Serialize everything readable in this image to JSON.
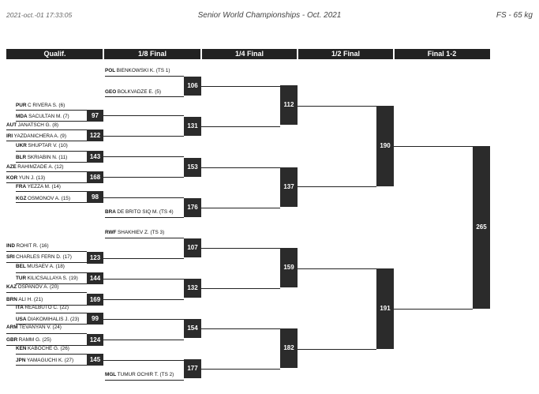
{
  "header": {
    "left": "2021-oct.-01 17:33:05",
    "center": "Senior World Championships - Oct. 2021",
    "right": "FS - 65 kg"
  },
  "columns": [
    "Qualif.",
    "1/8 Final",
    "1/4 Final",
    "1/2 Final",
    "Final 1-2"
  ],
  "entries": [
    {
      "country": "POL",
      "name": "BIENKOWSKI K. (TS 1)"
    },
    {
      "country": "GEO",
      "name": "BOLKVADZE E. (5)"
    },
    {
      "country": "PUR",
      "name": "C RIVERA S. (6)"
    },
    {
      "country": "MDA",
      "name": "SACULTAN M. (7)"
    },
    {
      "country": "AUT",
      "name": "JANATSCH G. (8)"
    },
    {
      "country": "IRI",
      "name": "YAZDANICHERA A. (9)"
    },
    {
      "country": "UKR",
      "name": "SHUPTAR V. (10)"
    },
    {
      "country": "BLR",
      "name": "SKRIABIN N. (11)"
    },
    {
      "country": "AZE",
      "name": "RAHIMZADE A. (12)"
    },
    {
      "country": "KOR",
      "name": "YUN J. (13)"
    },
    {
      "country": "FRA",
      "name": "YEZZA M. (14)"
    },
    {
      "country": "KGZ",
      "name": "OSMONOV A. (15)"
    },
    {
      "country": "BRA",
      "name": "DE BRITO SIQ M. (TS 4)"
    },
    {
      "country": "RWF",
      "name": "SHAKHIEV Z. (TS 3)"
    },
    {
      "country": "IND",
      "name": "ROHIT R. (16)"
    },
    {
      "country": "SRI",
      "name": "CHARLES FERN D. (17)"
    },
    {
      "country": "BEL",
      "name": "MUSAEV A. (18)"
    },
    {
      "country": "TUR",
      "name": "KILICSALLAYA S. (19)"
    },
    {
      "country": "KAZ",
      "name": "OSPANOV A. (20)"
    },
    {
      "country": "BRN",
      "name": "ALI H. (21)"
    },
    {
      "country": "ITA",
      "name": "REALBUTO C. (22)"
    },
    {
      "country": "USA",
      "name": "DIAKOMIHALIS J. (23)"
    },
    {
      "country": "ARM",
      "name": "TEVANYAN V. (24)"
    },
    {
      "country": "GBR",
      "name": "RAMM G. (25)"
    },
    {
      "country": "KEN",
      "name": "KABOCHE G. (26)"
    },
    {
      "country": "JPN",
      "name": "YAMAGUCHI K. (27)"
    },
    {
      "country": "MGL",
      "name": "TUMUR OCHIR T. (TS 2)"
    }
  ],
  "bouts": {
    "q97": "97",
    "q122": "122",
    "q143": "143",
    "q168": "168",
    "q98": "98",
    "q123": "123",
    "q144": "144",
    "q169": "169",
    "q99": "99",
    "q124": "124",
    "q145": "145",
    "r106": "106",
    "r131": "131",
    "r153": "153",
    "r176": "176",
    "r107": "107",
    "r132": "132",
    "r154": "154",
    "r177": "177",
    "f112": "112",
    "f137": "137",
    "f159": "159",
    "f182": "182",
    "s190": "190",
    "s191": "191",
    "final": "265"
  }
}
